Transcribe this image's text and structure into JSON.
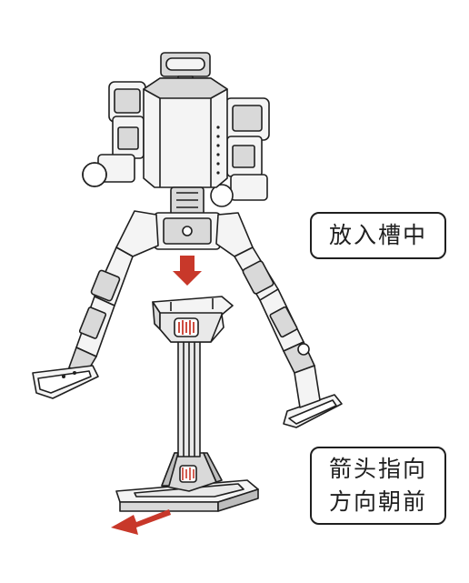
{
  "callouts": {
    "insert_into_slot": "放入槽中",
    "arrow_direction_line1": "箭头指向",
    "arrow_direction_line2": "方向朝前"
  },
  "colors": {
    "line": "#1f1f1f",
    "arrow": "#c8382a",
    "metal_light": "#f4f4f4",
    "metal_mid": "#d9d9d9",
    "metal_dark": "#8a8a8a"
  },
  "icons": {
    "down_arrow": "down-arrow-icon",
    "direction_arrow": "front-direction-arrow-icon"
  }
}
